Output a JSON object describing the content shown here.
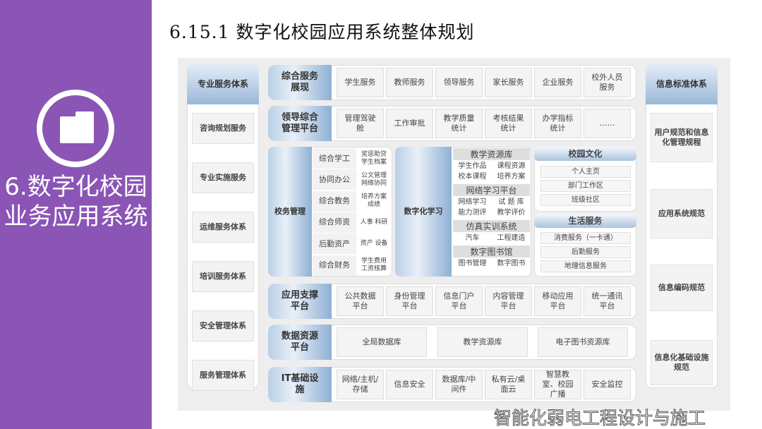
{
  "sidebar": {
    "icon": "folder-icon",
    "title": "6.数字化校园业务应用系统",
    "accent": "#8a55b5"
  },
  "page_title": "6.15.1 数字化校园应用系统整体规划",
  "left_col": {
    "header": "专业服务体系",
    "items": [
      "咨询规划服务",
      "专业实施服务",
      "运维服务体系",
      "培训服务体系",
      "安全管理体系",
      "服务管理体系"
    ]
  },
  "right_col": {
    "header": "信息标准体系",
    "items": [
      "用户规范和信息化管理规程",
      "应用系统规范",
      "信息编码规范",
      "信息化基础设施规范"
    ]
  },
  "rows": [
    {
      "label": "综合服务展现",
      "cells": [
        "学生服务",
        "教师服务",
        "领导服务",
        "家长服务",
        "企业服务",
        "校外人员服务"
      ]
    },
    {
      "label": "领导综合管理平台",
      "cells": [
        "管理驾驶舱",
        "工作审批",
        "教学质量统计",
        "考核结果统计",
        "办学指标统计",
        "……"
      ]
    },
    {
      "label": "应用支撑平台",
      "cells": [
        "公共数据平台",
        "身份管理平台",
        "信息门户平台",
        "内容管理平台",
        "移动应用平台",
        "统一通讯平台"
      ]
    },
    {
      "label": "数据资源平台",
      "cells": [
        "全局数据库",
        "教学资源库",
        "电子图书资源库"
      ]
    },
    {
      "label": "IT基础设施",
      "cells": [
        "网络/主机/存储",
        "信息安全",
        "数据库/中间件",
        "私有云/桌面云",
        "智慧教室、校园广播",
        "安全监控"
      ]
    }
  ],
  "school_admin": {
    "label": "校务管理",
    "items": [
      {
        "name": "综合学工",
        "sub": "奖惩助贷 学生档案"
      },
      {
        "name": "协同办公",
        "sub": "公文管理 网络协同"
      },
      {
        "name": "综合教务",
        "sub": "培养方案 成绩"
      },
      {
        "name": "综合师资",
        "sub": "人事 科研"
      },
      {
        "name": "后勤资产",
        "sub": "资产 设备"
      },
      {
        "name": "综合财务",
        "sub": "学生费用 工资核算"
      }
    ]
  },
  "digital_learning": {
    "label": "数字化学习",
    "groups": [
      {
        "title": "教学资源库",
        "items": [
          "学生作品",
          "课程资源",
          "校本课程",
          "培养方案"
        ]
      },
      {
        "title": "网络学习平台",
        "items": [
          "网络学习",
          "试 题 库",
          "能力测评",
          "教学评价"
        ]
      },
      {
        "title": "仿真实训系统",
        "items": [
          "汽车",
          "工程建造"
        ]
      },
      {
        "title": "数字图书馆",
        "items": [
          "图书管理",
          "数字图书"
        ]
      }
    ]
  },
  "campus_culture": {
    "title": "校园文化",
    "items": [
      "个人主页",
      "部门工作区",
      "班级社区"
    ]
  },
  "life_service": {
    "title": "生活服务",
    "items": [
      "消费服务（一卡通）",
      "后勤服务",
      "地理信息服务"
    ]
  },
  "watermark": "智能化弱电工程设计与施工"
}
